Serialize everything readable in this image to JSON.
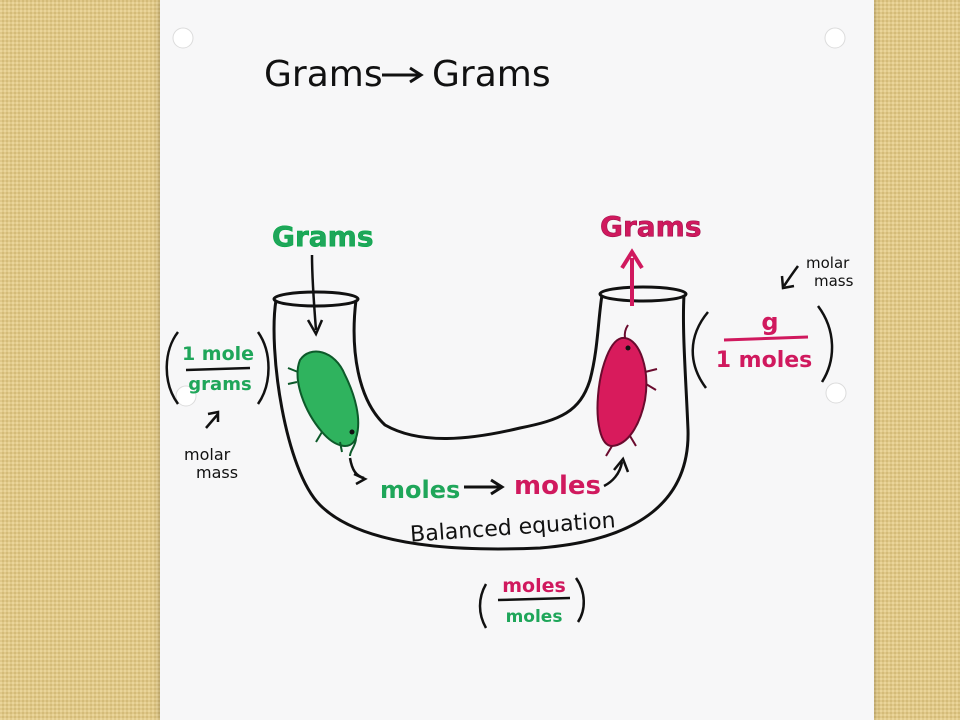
{
  "title": {
    "left": "Grams",
    "right": "Grams"
  },
  "labels": {
    "left_grams": "Grams",
    "right_grams": "Grams",
    "moles_left": "moles",
    "moles_right": "moles",
    "balanced": "Balanced equation"
  },
  "left_fraction": {
    "numerator": "1 mole",
    "denominator": "grams",
    "note_line1": "molar",
    "note_line2": "mass"
  },
  "right_fraction": {
    "numerator": "g",
    "denominator": "1 moles",
    "note_line1": "molar",
    "note_line2": "mass"
  },
  "bottom_fraction": {
    "numerator": "moles",
    "denominator": "moles"
  },
  "colors": {
    "ink": "#111111",
    "green": "#1fa65a",
    "magenta": "#d0195e",
    "paper": "#f7f7f8",
    "background": "#e6cb82"
  }
}
